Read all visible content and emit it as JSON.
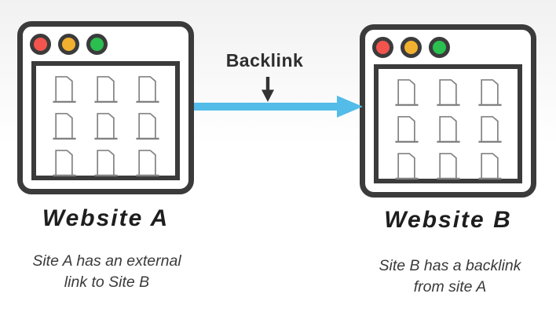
{
  "colors": {
    "outline": "#3b3b3b",
    "dot_red": "#f3544d",
    "dot_yellow": "#f2b02f",
    "dot_green": "#2abf4f",
    "arrow_blue": "#53bce8",
    "label_dark": "#2e2e2e",
    "caption_color": "#3a3a3a",
    "icon_stroke": "#828282"
  },
  "backlink_arrow": {
    "label": "Backlink",
    "direction": "left-to-right"
  },
  "website_a": {
    "title": "Website A",
    "caption": [
      "Site A has an external",
      "link to Site B"
    ],
    "window_dots": [
      "red",
      "yellow",
      "green"
    ],
    "page_icon_count": 9
  },
  "website_b": {
    "title": "Website B",
    "caption": [
      "Site B has a backlink",
      "from site A"
    ],
    "window_dots": [
      "red",
      "yellow",
      "green"
    ],
    "page_icon_count": 9
  }
}
